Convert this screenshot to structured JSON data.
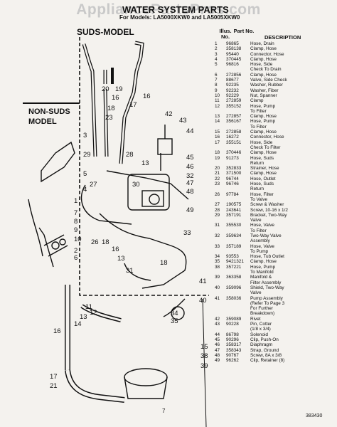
{
  "watermark": "AppliancePartsPros.com",
  "title": "WATER SYSTEM PARTS",
  "models": "For Models: LA5000XKW0 and LA5005XKW0",
  "suds_model": "SUDS-MODEL",
  "non_suds_line1": "NON-SUDS",
  "non_suds_line2": "MODEL",
  "headers": {
    "illus": "Illus. No.",
    "part": "Part No.",
    "description": "DESCRIPTION"
  },
  "parts": [
    [
      "1",
      "96865",
      "Hose, Drain"
    ],
    [
      "2",
      "358138",
      "Clamp, Hose"
    ],
    [
      "3",
      "95440",
      "Connector, Hose"
    ],
    [
      "4",
      "370445",
      "Clamp, Hose"
    ],
    [
      "5",
      "96816",
      "Hose, Side"
    ],
    [
      "",
      "",
      "Check To Drain"
    ],
    [
      "6",
      "272856",
      "Clamp, Hose"
    ],
    [
      "7",
      "88677",
      "Valve, Side Check"
    ],
    [
      "8",
      "92235",
      "Washer, Rubber"
    ],
    [
      "9",
      "92232",
      "Washer, Fiber"
    ],
    [
      "10",
      "92229",
      "Nut, Spanner"
    ],
    [
      "11",
      "272859",
      "Clamp"
    ],
    [
      "12",
      "355152",
      "Hose, Pump"
    ],
    [
      "",
      "",
      "To Filter"
    ],
    [
      "13",
      "272857",
      "Clamp, Hose"
    ],
    [
      "14",
      "356167",
      "Hose, Pump"
    ],
    [
      "",
      "",
      "To Filter"
    ],
    [
      "15",
      "272858",
      "Clamp, Hose"
    ],
    [
      "16",
      "16272",
      "Connector, Hose"
    ],
    [
      "17",
      "355151",
      "Hose, Side"
    ],
    [
      "",
      "",
      "Check To Filter"
    ],
    [
      "18",
      "370446",
      "Clamp, Hose"
    ],
    [
      "19",
      "91273",
      "Hose, Suds"
    ],
    [
      "",
      "",
      "Return"
    ],
    [
      "20",
      "352833",
      "Strainer, Hose"
    ],
    [
      "21",
      "371500",
      "Clamp, Hose"
    ],
    [
      "22",
      "96744",
      "Hose, Outlet"
    ],
    [
      "23",
      "96746",
      "Hose, Suds"
    ],
    [
      "",
      "",
      "Return"
    ],
    [
      "26",
      "97784",
      "Hose, Filter"
    ],
    [
      "",
      "",
      "To Valve"
    ],
    [
      "27",
      "190575",
      "Screw & Washer"
    ],
    [
      "28",
      "243641",
      "Screw, 10-16 x 1/2"
    ],
    [
      "29",
      "357191",
      "Bracket, Two-Way"
    ],
    [
      "",
      "",
      "Valve"
    ],
    [
      "31",
      "355530",
      "Hose, Valve"
    ],
    [
      "",
      "",
      "To Filter"
    ],
    [
      "32",
      "359634",
      "Two-Way Valve"
    ],
    [
      "",
      "",
      "Assembly"
    ],
    [
      "33",
      "357189",
      "Hose, Valve"
    ],
    [
      "",
      "",
      "To Pump"
    ],
    [
      "34",
      "93553",
      "Hose, Tub Outlet"
    ],
    [
      "35",
      "9421321",
      "Clamp, Hose"
    ],
    [
      "38",
      "357221",
      "Hose, Pump"
    ],
    [
      "",
      "",
      "To Manifold"
    ],
    [
      "39",
      "363358",
      "Manifold &"
    ],
    [
      "",
      "",
      "Filter Assembly"
    ],
    [
      "40",
      "359096",
      "Shield, Two-Way"
    ],
    [
      "",
      "",
      "Valve"
    ],
    [
      "41",
      "358036",
      "Pump Assembly"
    ],
    [
      "",
      "",
      "(Refer To Page 3"
    ],
    [
      "",
      "",
      "For Further"
    ],
    [
      "",
      "",
      "Breakdown)"
    ],
    [
      "42",
      "359089",
      "Rivet"
    ],
    [
      "43",
      "90228",
      "Pin, Cotter"
    ],
    [
      "",
      "",
      "(1/8 x 3/4)"
    ],
    [
      "44",
      "86798",
      "Solenoid"
    ],
    [
      "45",
      "90296",
      "Clip, Push-On"
    ],
    [
      "46",
      "358317",
      "Diaphragm"
    ],
    [
      "47",
      "358343",
      "Strap, Ground"
    ],
    [
      "48",
      "90767",
      "Screw, 8A x 3/8"
    ],
    [
      "49",
      "96262",
      "Clip, Retainer (8)"
    ]
  ],
  "page_number": "7",
  "doc_code": "383430",
  "callouts": {
    "c20": "20",
    "c19": "19",
    "c16a": "16",
    "c18a": "18",
    "c17": "17",
    "c23": "23",
    "c3": "3",
    "c29": "29",
    "c28": "28",
    "c13a": "13",
    "c5": "5",
    "c4": "4",
    "c1": "1",
    "c27": "27",
    "c30": "30",
    "c42": "42",
    "c43": "43",
    "c44": "44",
    "c45": "45",
    "c46": "46",
    "c32": "32",
    "c47": "47",
    "c48": "48",
    "c49": "49",
    "c7": "7",
    "c8": "8",
    "c9": "9",
    "c10": "10",
    "c2": "2",
    "c6": "6",
    "c26": "26",
    "c18b": "18",
    "c16b": "16",
    "c13b": "13",
    "c31": "31",
    "c33": "33",
    "c18c": "18",
    "c41": "41",
    "c11": "11",
    "c12": "12",
    "c13c": "13",
    "c14": "14",
    "c34": "34",
    "c35": "35",
    "c40": "40",
    "c15": "15",
    "c38": "38",
    "c39": "39",
    "c21": "21",
    "c16c": "16"
  }
}
